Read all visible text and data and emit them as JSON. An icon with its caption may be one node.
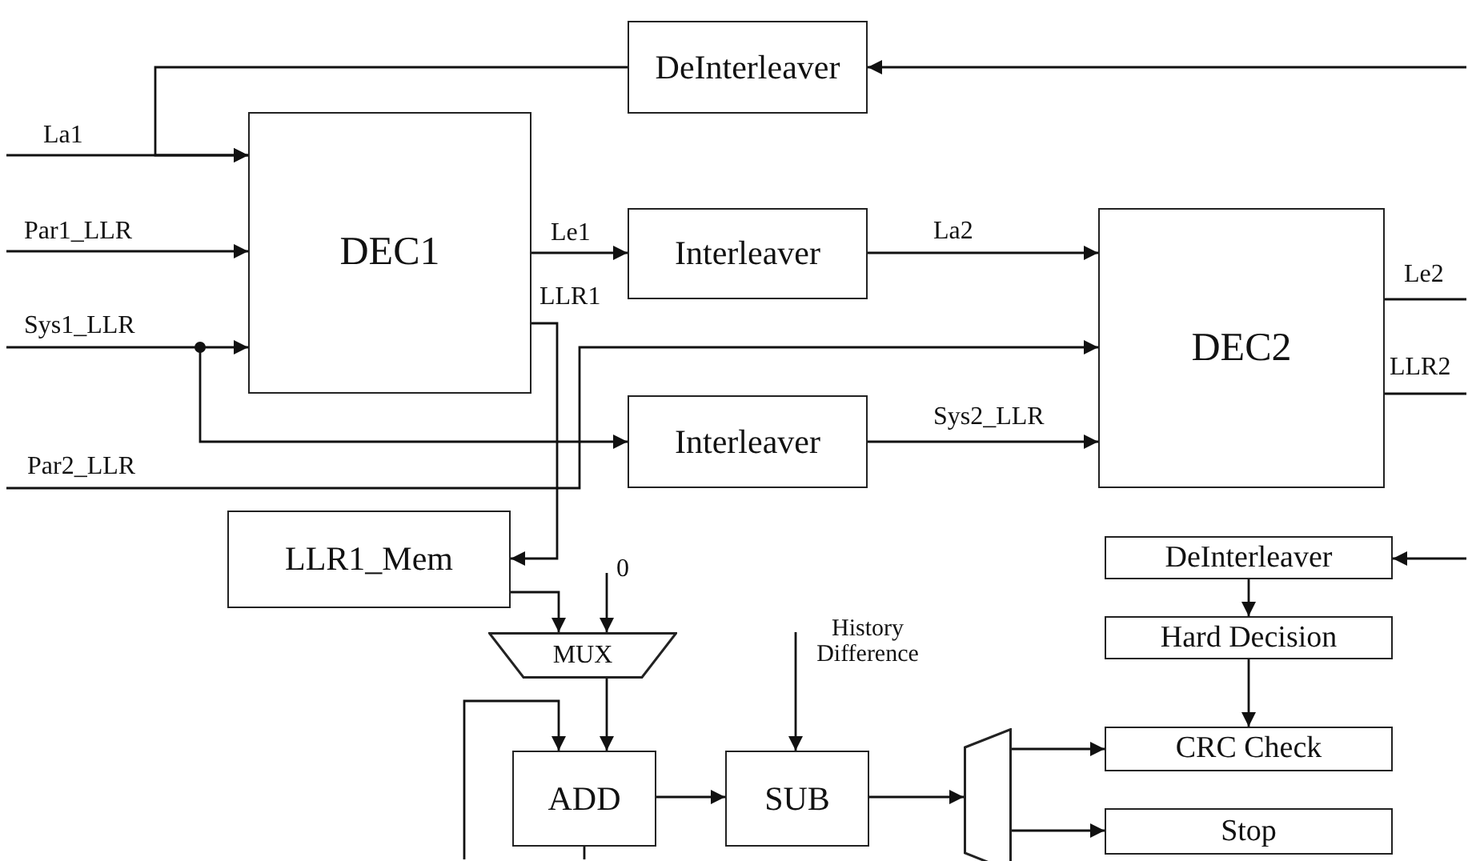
{
  "diagram": {
    "nodes": [
      {
        "text": [
          "DeInterleaver"
        ]
      },
      {
        "text": [
          "DEC1"
        ]
      },
      {
        "text": [
          "Interleaver"
        ]
      },
      {
        "text": [
          "DEC2"
        ]
      },
      {
        "text": [
          "Interleaver"
        ]
      },
      {
        "text": [
          "LLR1_Mem"
        ]
      },
      {
        "text": [
          "MUX"
        ]
      },
      {
        "text": [
          "ADD"
        ]
      },
      {
        "text": [
          "SUB"
        ]
      },
      {
        "text": [],
        "shape": "trapezoid"
      },
      {
        "text": [
          "DeInterleaver"
        ]
      },
      {
        "text": [
          "Hard Decision"
        ]
      },
      {
        "text": [
          "CRC Check"
        ]
      },
      {
        "text": [
          "Stop"
        ]
      }
    ],
    "edges": [
      {
        "from": null,
        "to": 0,
        "arrow": "to"
      },
      {
        "from": 0,
        "to": 1,
        "arrow": "to"
      },
      {
        "from": null,
        "to": 1,
        "arrow": "to",
        "label": "La1"
      },
      {
        "from": null,
        "to": 1,
        "arrow": "to",
        "label": "Par1_LLR"
      },
      {
        "from": null,
        "to": 1,
        "arrow": "to",
        "label": "Sys1_LLR"
      },
      {
        "from": null,
        "to": 4,
        "arrow": "to"
      },
      {
        "from": null,
        "to": 3,
        "arrow": "to",
        "label": "Par2_LLR"
      },
      {
        "from": 1,
        "to": 2,
        "arrow": "to",
        "label": "Le1"
      },
      {
        "from": 1,
        "to": 5,
        "arrow": "to",
        "label": "LLR1"
      },
      {
        "from": 2,
        "to": 3,
        "arrow": "to",
        "label": "La2"
      },
      {
        "from": 4,
        "to": 3,
        "arrow": "to",
        "label": "Sys2_LLR"
      },
      {
        "from": 3,
        "to": null,
        "arrow": "none",
        "label": "Le2"
      },
      {
        "from": 3,
        "to": null,
        "arrow": "none",
        "label": "LLR2"
      },
      {
        "from": null,
        "to": 10,
        "arrow": "to"
      },
      {
        "from": 5,
        "to": 6,
        "arrow": "to"
      },
      {
        "from": null,
        "to": 6,
        "arrow": "to",
        "label": "0"
      },
      {
        "from": 6,
        "to": 7,
        "arrow": "to"
      },
      {
        "from": null,
        "to": 7,
        "arrow": "to"
      },
      {
        "from": 7,
        "to": 8,
        "arrow": "to"
      },
      {
        "from": null,
        "to": 8,
        "arrow": "to",
        "label": "History Difference"
      },
      {
        "from": 8,
        "to": 9,
        "arrow": "to"
      },
      {
        "from": 9,
        "to": 12,
        "arrow": "to"
      },
      {
        "from": 9,
        "to": 13,
        "arrow": "to"
      },
      {
        "from": 10,
        "to": 11,
        "arrow": "to"
      },
      {
        "from": 11,
        "to": 12,
        "arrow": "to"
      },
      {
        "from": 7,
        "to": null,
        "arrow": "none"
      }
    ]
  }
}
